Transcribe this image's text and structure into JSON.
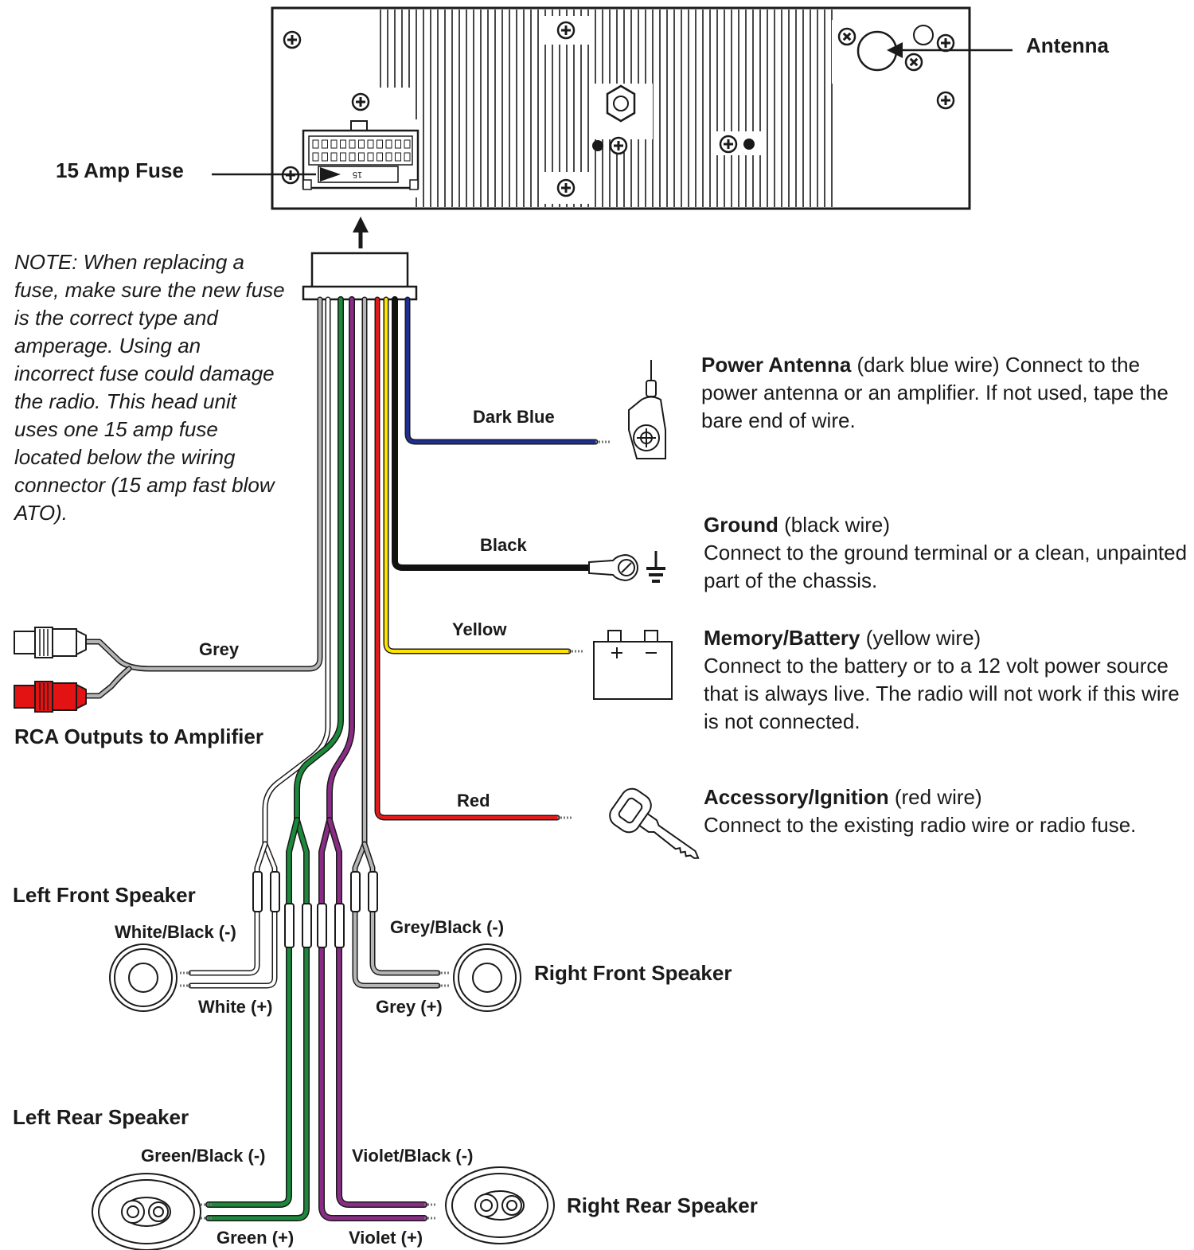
{
  "labels": {
    "antenna": "Antenna",
    "fuse": "15 Amp Fuse",
    "fuse_marking": "15",
    "rca": "RCA Outputs to Amplifier",
    "left_front": "Left Front Speaker",
    "right_front": "Right Front Speaker",
    "left_rear": "Left Rear Speaker",
    "right_rear": "Right Rear Speaker"
  },
  "note": "NOTE: When replacing a fuse, make sure the new fuse is the correct type and amperage. Using an incorrect fuse could damage the radio. This head unit uses one 15 amp fuse located below the wiring connector (15 amp fast blow ATO).",
  "wires": {
    "dark_blue": "Dark Blue",
    "black": "Black",
    "yellow": "Yellow",
    "red": "Red",
    "grey": "Grey",
    "white_black": "White/Black (-)",
    "white": "White (+)",
    "grey_black": "Grey/Black (-)",
    "grey_plus": "Grey (+)",
    "green_black": "Green/Black (-)",
    "green": "Green (+)",
    "violet_black": "Violet/Black (-)",
    "violet": "Violet (+)"
  },
  "descriptions": {
    "power_antenna": {
      "title": "Power Antenna",
      "sub": " (dark blue wire) Connect to the power antenna or an amplifier. If not used, tape the bare end of wire."
    },
    "ground": {
      "title": "Ground",
      "sub": " (black wire)",
      "body": "Connect to the ground terminal or a clean, unpainted part of the chassis."
    },
    "memory": {
      "title": "Memory/Battery",
      "sub": " (yellow wire)",
      "body": "Connect to the battery or to a 12 volt power source that is always live. The radio will not work if this wire is not connected."
    },
    "accessory": {
      "title": "Accessory/Ignition",
      "sub": " (red wire)",
      "body": "Connect to the existing radio wire or radio fuse."
    }
  },
  "colors": {
    "dark_blue": "#1f2f8f",
    "black": "#111111",
    "yellow": "#ffe400",
    "red": "#e01b1b",
    "green": "#1a8a3a",
    "violet": "#8a2c86",
    "grey": "#b5b5b5",
    "white": "#ffffff",
    "rca_red": "#e31313"
  }
}
